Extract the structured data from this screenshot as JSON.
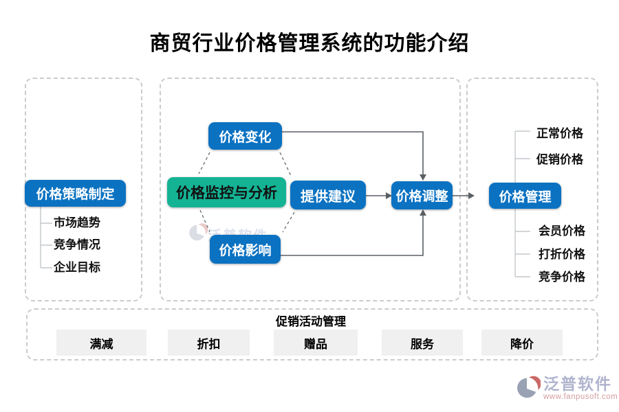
{
  "title": "商贸行业价格管理系统的功能介绍",
  "colors": {
    "node_blue": "#0b72c2",
    "node_green": "#14b394",
    "panel_border": "#cbcbcb",
    "arrow": "#5a5f63",
    "tree_line": "#c3c7cb",
    "chip_bg": "#f0f0f0",
    "watermark_text": "#a3a7c6",
    "watermark_url": "#cc8d8d"
  },
  "left_panel": {
    "root": "价格策略制定",
    "items": [
      "市场趋势",
      "竞争情况",
      "企业目标"
    ]
  },
  "center_panel": {
    "monitor": "价格监控与分析",
    "change": "价格变化",
    "suggest": "提供建议",
    "adjust": "价格调整",
    "impact": "价格影响"
  },
  "right_panel": {
    "root": "价格管理",
    "items_top": [
      "正常价格",
      "促销价格"
    ],
    "items_bottom": [
      "会员价格",
      "打折价格",
      "竞争价格"
    ]
  },
  "bottom_panel": {
    "title": "促销活动管理",
    "buttons": [
      "满减",
      "折扣",
      "赠品",
      "服务",
      "降价"
    ]
  },
  "watermark": {
    "brand": "泛普软件",
    "url": "www.fanpusoft.com"
  }
}
